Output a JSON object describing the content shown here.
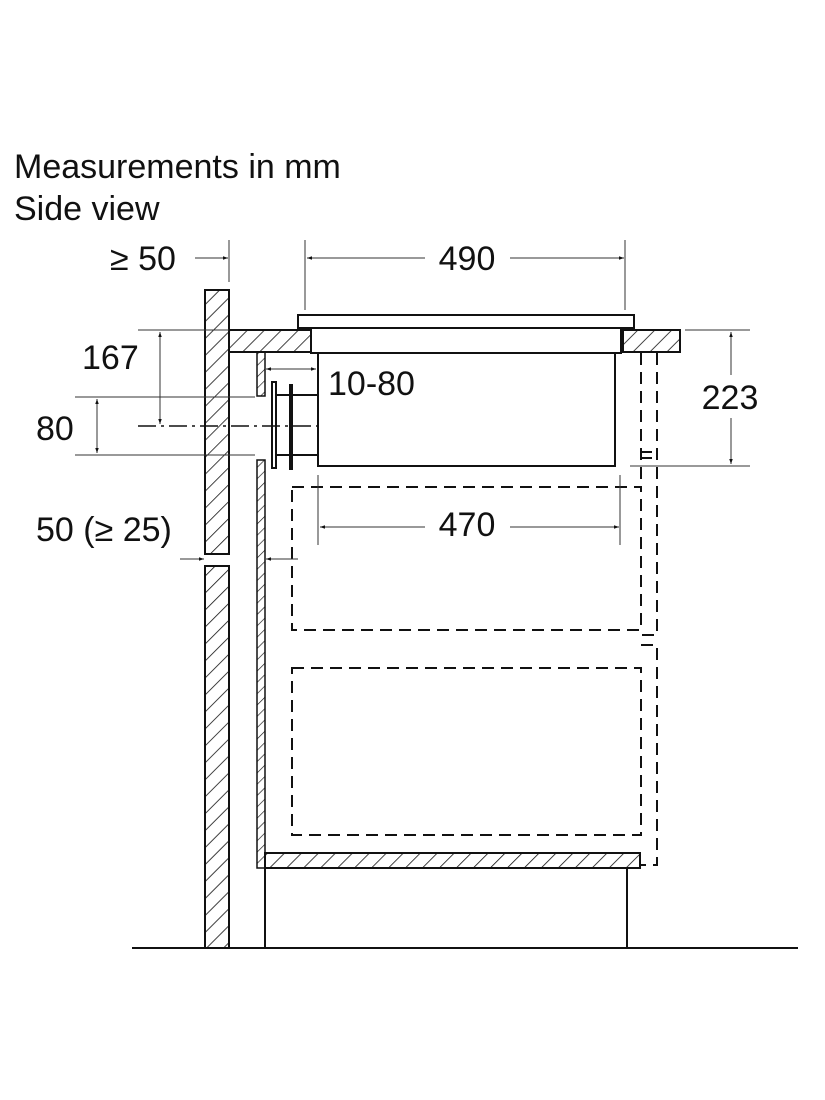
{
  "title": {
    "line1": "Measurements in mm",
    "line2": "Side view"
  },
  "dimensions": {
    "wall_clearance_top": "≥ 50",
    "hob_width": "490",
    "height_167": "167",
    "duct_height": "80",
    "duct_offset": "10-80",
    "installation_depth": "223",
    "inner_width": "470",
    "rear_gap": "50 (≥ 25)"
  },
  "colors": {
    "line": "#111111",
    "background": "#ffffff"
  }
}
